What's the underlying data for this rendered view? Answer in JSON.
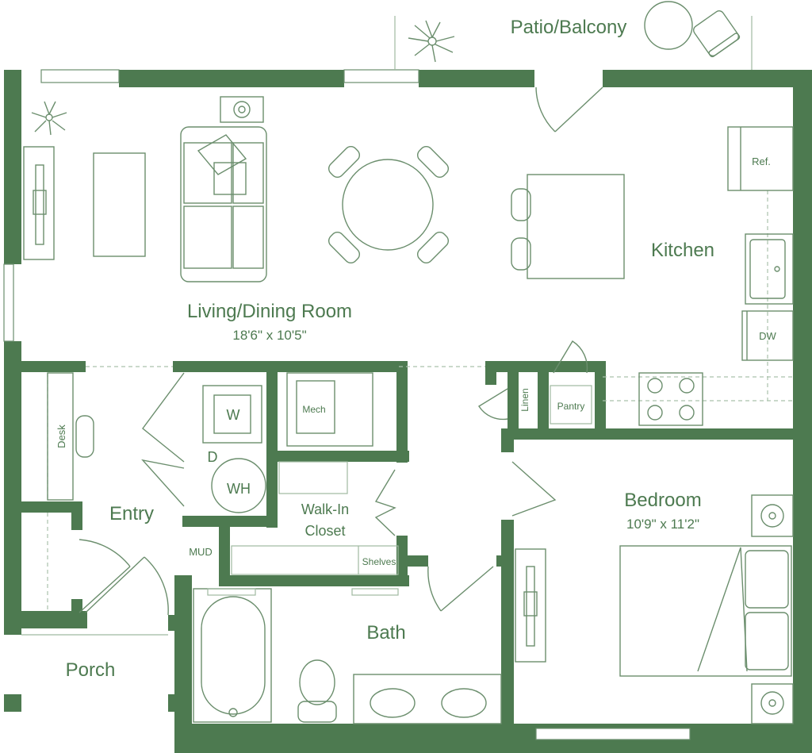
{
  "colors": {
    "wall": "#4d7a50",
    "line": "#6b8e6d",
    "light_line": "#9fb9a1",
    "background": "#ffffff"
  },
  "rooms": {
    "living_dining": {
      "name": "Living/Dining Room",
      "dims": "18'6\" x 10'5\""
    },
    "kitchen": {
      "name": "Kitchen"
    },
    "bedroom": {
      "name": "Bedroom",
      "dims": "10'9\" x 11'2\""
    },
    "bath": {
      "name": "Bath"
    },
    "entry": {
      "name": "Entry"
    },
    "walk_in_closet": {
      "line1": "Walk-In",
      "line2": "Closet"
    },
    "porch": {
      "name": "Porch"
    },
    "patio": {
      "name": "Patio/Balcony"
    }
  },
  "fixtures": {
    "refrigerator": "Ref.",
    "dishwasher": "DW",
    "pantry": "Pantry",
    "linen": "Linen",
    "mech": "Mech",
    "washer": "W",
    "dryer": "D",
    "water_heater": "WH",
    "desk": "Desk",
    "mud": "MUD",
    "shelves": "Shelves"
  },
  "icons": [
    "plant-icon",
    "sofa-icon",
    "tv-icon",
    "dining-set-icon",
    "bed-icon",
    "toilet-icon",
    "sink-icon",
    "bathtub-icon",
    "stove-icon",
    "patio-chair-icon",
    "patio-table-icon",
    "door-swing-icon"
  ]
}
